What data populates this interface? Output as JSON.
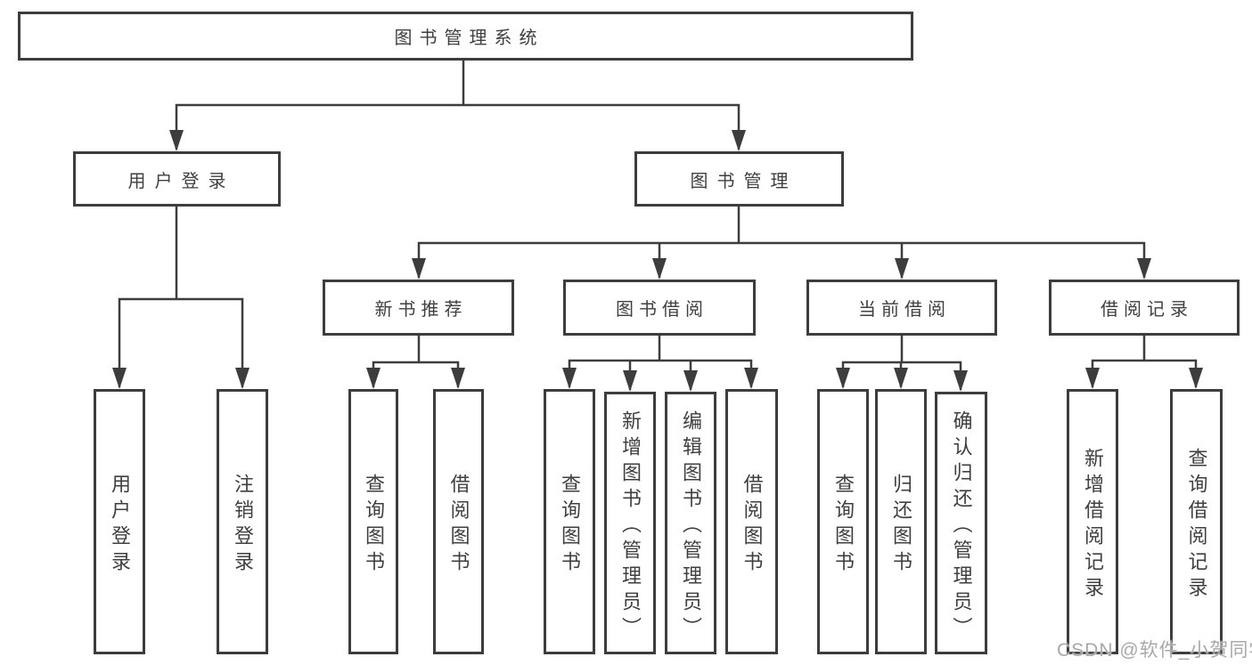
{
  "diagram_title": "图书管理系统",
  "tree": {
    "label": "图书管理系统",
    "children": [
      {
        "label": "用户登录",
        "children": [
          {
            "label": "用户登录"
          },
          {
            "label": "注销登录"
          }
        ]
      },
      {
        "label": "图书管理",
        "children": [
          {
            "label": "新书推荐",
            "children": [
              {
                "label": "查询图书"
              },
              {
                "label": "借阅图书"
              }
            ]
          },
          {
            "label": "图书借阅",
            "children": [
              {
                "label": "查询图书"
              },
              {
                "label": "新增图书（管理员）"
              },
              {
                "label": "编辑图书（管理员）"
              },
              {
                "label": "借阅图书"
              }
            ]
          },
          {
            "label": "当前借阅",
            "children": [
              {
                "label": "查询图书"
              },
              {
                "label": "归还图书"
              },
              {
                "label": "确认归还（管理员）"
              }
            ]
          },
          {
            "label": "借阅记录",
            "children": [
              {
                "label": "新增借阅记录"
              },
              {
                "label": "查询借阅记录"
              }
            ]
          }
        ]
      }
    ]
  },
  "watermark": {
    "text": "CSDN @软件_小贺同学"
  },
  "colors": {
    "line": "#3d3d3d",
    "text": "#3f3f3f",
    "watermark": "#a8a8a8",
    "background": "#ffffff"
  }
}
